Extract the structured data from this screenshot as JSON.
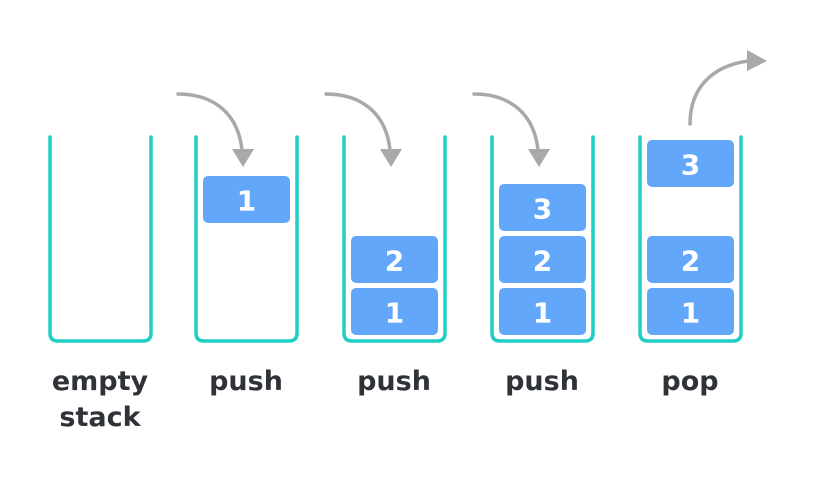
{
  "colors": {
    "container": "#1fcec4",
    "block_fill": "#63a7fb",
    "block_text": "#ffffff",
    "arrow": "#a9a9a9",
    "label_text": "#2f3338"
  },
  "stages": [
    {
      "label_lines": [
        "empty",
        "stack"
      ],
      "blocks": [],
      "arrow": "none"
    },
    {
      "label_lines": [
        "push"
      ],
      "blocks": [
        "1"
      ],
      "arrow": "in"
    },
    {
      "label_lines": [
        "push"
      ],
      "blocks": [
        "2",
        "1"
      ],
      "arrow": "in"
    },
    {
      "label_lines": [
        "push"
      ],
      "blocks": [
        "3",
        "2",
        "1"
      ],
      "arrow": "in"
    },
    {
      "label_lines": [
        "pop"
      ],
      "blocks": [
        "3",
        "2",
        "1"
      ],
      "arrow": "out"
    }
  ],
  "icons": {
    "push_arrow": "curved-arrow-down-icon",
    "pop_arrow": "curved-arrow-up-right-icon"
  }
}
